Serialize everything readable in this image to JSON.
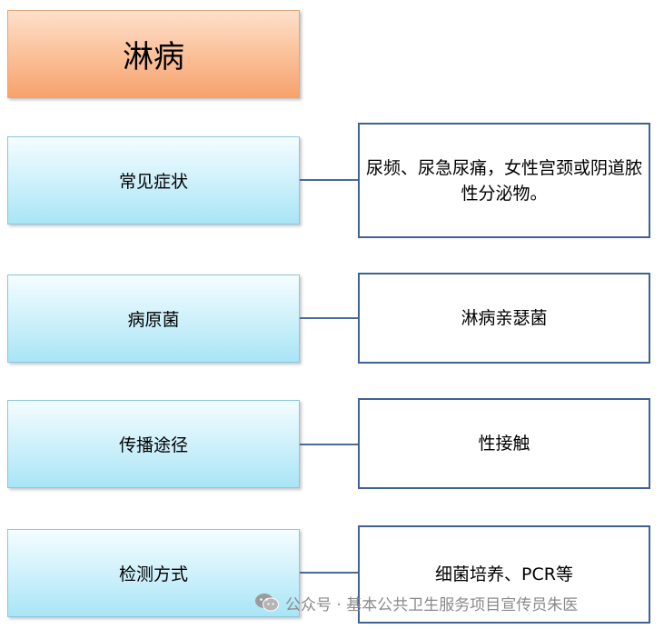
{
  "title": "淋病",
  "rows": [
    {
      "category": "常见症状",
      "detail": "尿频、尿急尿痛，女性宫颈或阴道脓性分泌物。"
    },
    {
      "category": "病原菌",
      "detail": "淋病亲瑟菌"
    },
    {
      "category": "传播途径",
      "detail": "性接触"
    },
    {
      "category": "检测方式",
      "detail": "细菌培养、PCR等"
    }
  ],
  "watermark": {
    "icon": "wechat-icon",
    "text": "公众号 · 基本公共卫生服务项目宣传员朱医"
  },
  "colors": {
    "title_fill": "#fbc49f",
    "category_fill": "#a9e5f6",
    "desc_border": "#3e6295",
    "connector": "#4a6b95"
  }
}
